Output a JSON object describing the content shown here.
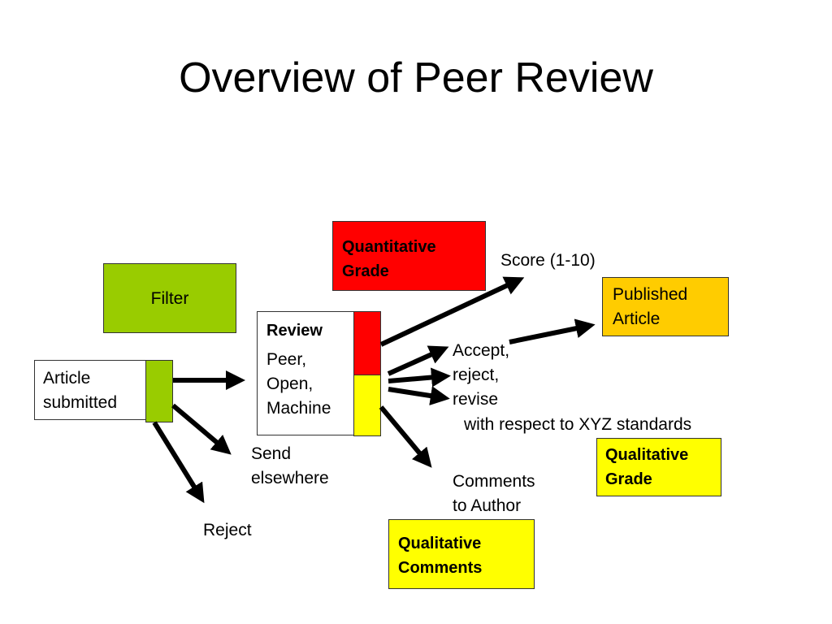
{
  "slide": {
    "title": "Overview of Peer Review"
  },
  "boxes": {
    "quantitative_grade": "Quantitative\nGrade",
    "filter": "Filter",
    "published_article": "Published\nArticle",
    "article_submitted": "Article\nsubmitted",
    "review_heading": "Review",
    "review_types": "Peer,\nOpen,\nMachine",
    "qualitative_grade": "Qualitative\nGrade",
    "qualitative_comments": "Qualitative\nComments"
  },
  "labels": {
    "score": "Score (1-10)",
    "decision": "Accept,\nreject,\nrevise",
    "standards": "with respect to XYZ standards",
    "send_elsewhere": "Send\nelsewhere",
    "reject": "Reject",
    "comments_to_author": "Comments\nto Author"
  },
  "colors": {
    "quantitative": "#ff0000",
    "filter": "#99cc00",
    "published": "#ffcc00",
    "qualitative": "#ffff00",
    "arrow": "#000000"
  }
}
